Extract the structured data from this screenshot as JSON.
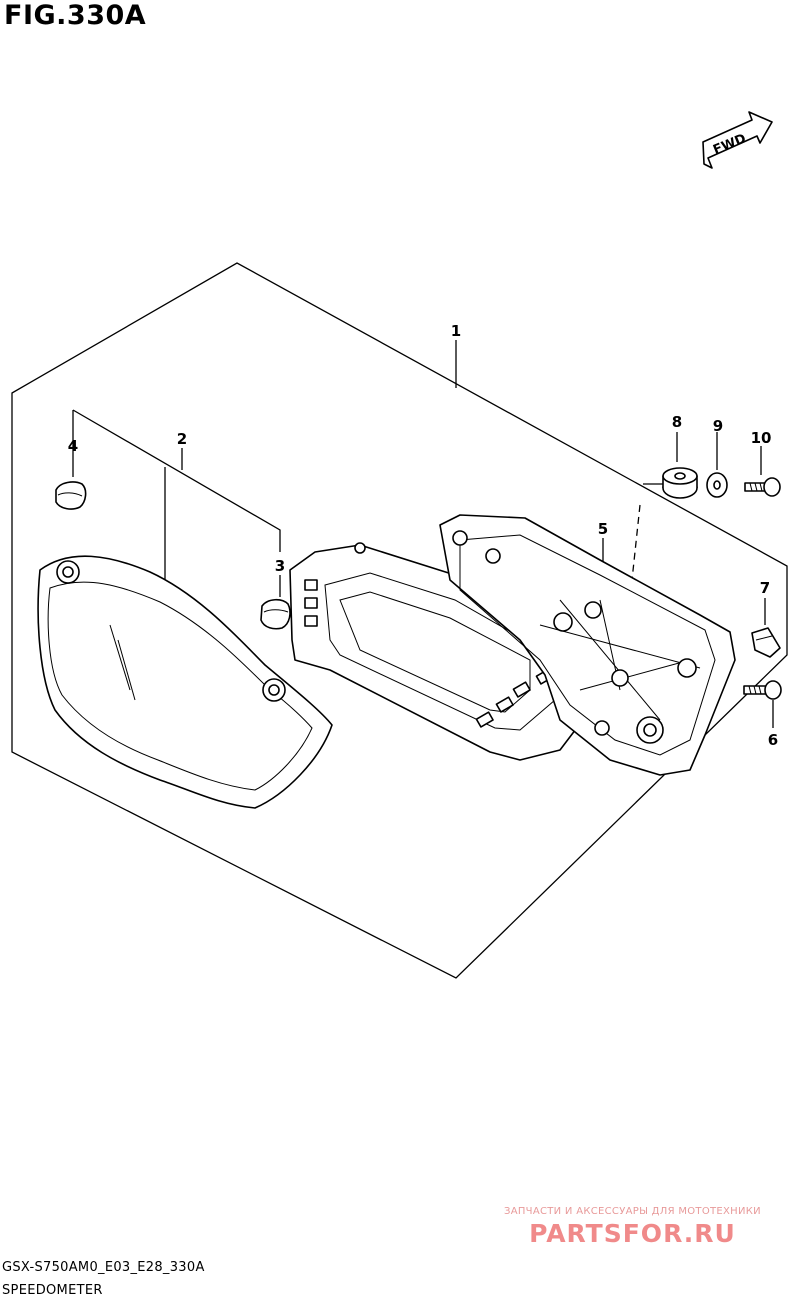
{
  "figure": {
    "title": "FIG.330A",
    "fwd_label": "FWD",
    "model_code": "GSX-S750AM0_E03_E28_330A",
    "caption": "SPEEDOMETER"
  },
  "callouts": [
    "1",
    "2",
    "3",
    "4",
    "5",
    "6",
    "7",
    "8",
    "9",
    "10"
  ],
  "watermark": {
    "top_text": "ЗАПЧАСТИ И АКСЕССУАРЫ ДЛЯ МОТОТЕХНИКИ",
    "brand": "PARTSFOR.RU"
  }
}
